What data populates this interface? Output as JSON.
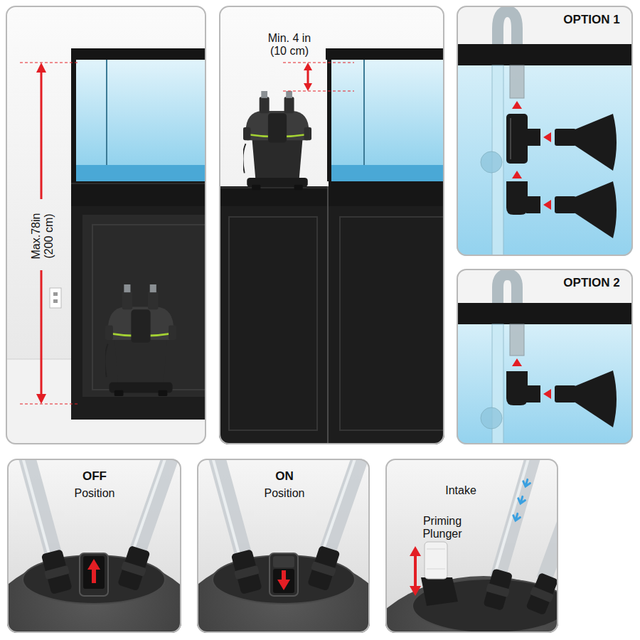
{
  "diagram": {
    "nodes": [
      {
        "text": [
          "Max.78in (200 cm)"
        ]
      },
      {
        "text": [
          "Min. 4 in (10 cm)"
        ]
      },
      {
        "text": [
          "OPTION 1"
        ]
      },
      {
        "text": [
          "OPTION 2"
        ]
      },
      {
        "text": [
          "OFF",
          "Position"
        ]
      },
      {
        "text": [
          "ON",
          "Position"
        ]
      },
      {
        "text": [
          "Intake",
          "Priming Plunger"
        ]
      }
    ]
  }
}
